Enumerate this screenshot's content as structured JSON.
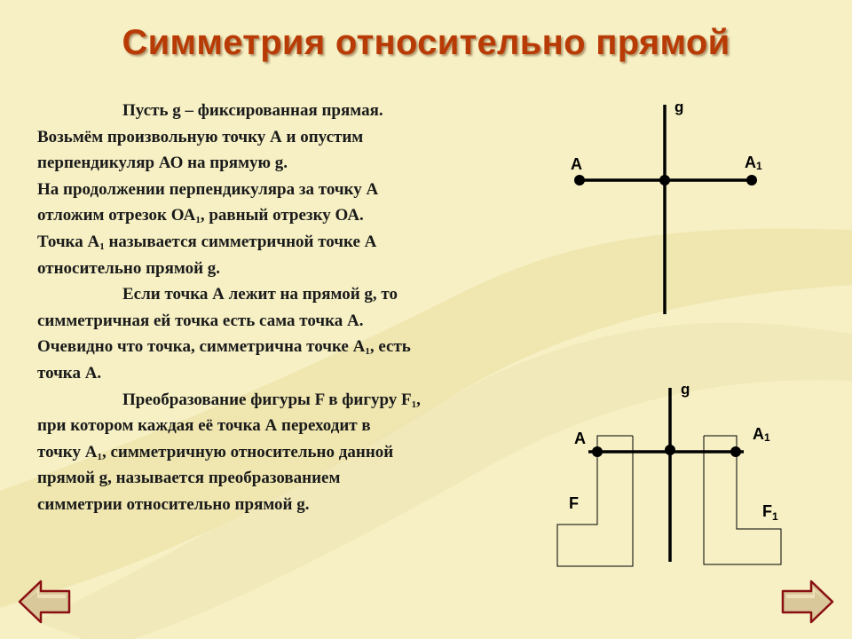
{
  "title": "Симметрия относительно прямой",
  "paragraphs": [
    [
      {
        "t": "Пусть g – фиксированная прямая.",
        "indent": true
      },
      {
        "t": "Возьмём произвольную точку А и опустим"
      },
      {
        "t": "перпендикуляр АО на прямую g."
      },
      {
        "t": "На продолжении перпендикуляра за точку А"
      },
      {
        "t": "отложим отрезок ОА",
        "sub": "1",
        "after": ", равный отрезку ОА."
      },
      {
        "t": "Точка А",
        "sub": "1",
        "after": " называется симметричной точке А"
      },
      {
        "t": "относительно прямой g."
      }
    ],
    [
      {
        "t": "Если точка А лежит на прямой g, то",
        "indent": true
      },
      {
        "t": "симметричная ей точка есть сама точка А."
      },
      {
        "t": "Очевидно что точка, симметрична точке А",
        "sub": "1",
        "after": ", есть"
      },
      {
        "t": "точка А."
      }
    ],
    [
      {
        "t": "Преобразование фигуры F в фигуру F",
        "sub": "1",
        "after": ",",
        "indent": true
      },
      {
        "t": "при котором каждая её точка А переходит в"
      },
      {
        "t": "точку А",
        "sub": "1",
        "after": ", симметричную относительно данной"
      },
      {
        "t": "прямой g, называется преобразованием"
      },
      {
        "t": "симметрии относительно прямой g."
      }
    ]
  ],
  "diagram1": {
    "line_label": "g",
    "point_a": "А",
    "point_a1": "А",
    "point_a1_sub": "1"
  },
  "diagram2": {
    "line_label": "g",
    "point_a": "А",
    "point_a1": "А",
    "point_a1_sub": "1",
    "figure_f": "F",
    "figure_f1": "F",
    "figure_f1_sub": "1"
  },
  "nav": {
    "prev_icon": "arrow-left-icon",
    "next_icon": "arrow-right-icon"
  },
  "colors": {
    "title": "#b83b06",
    "background": "#f6f0c4",
    "nav_button": "#d9c89a"
  }
}
